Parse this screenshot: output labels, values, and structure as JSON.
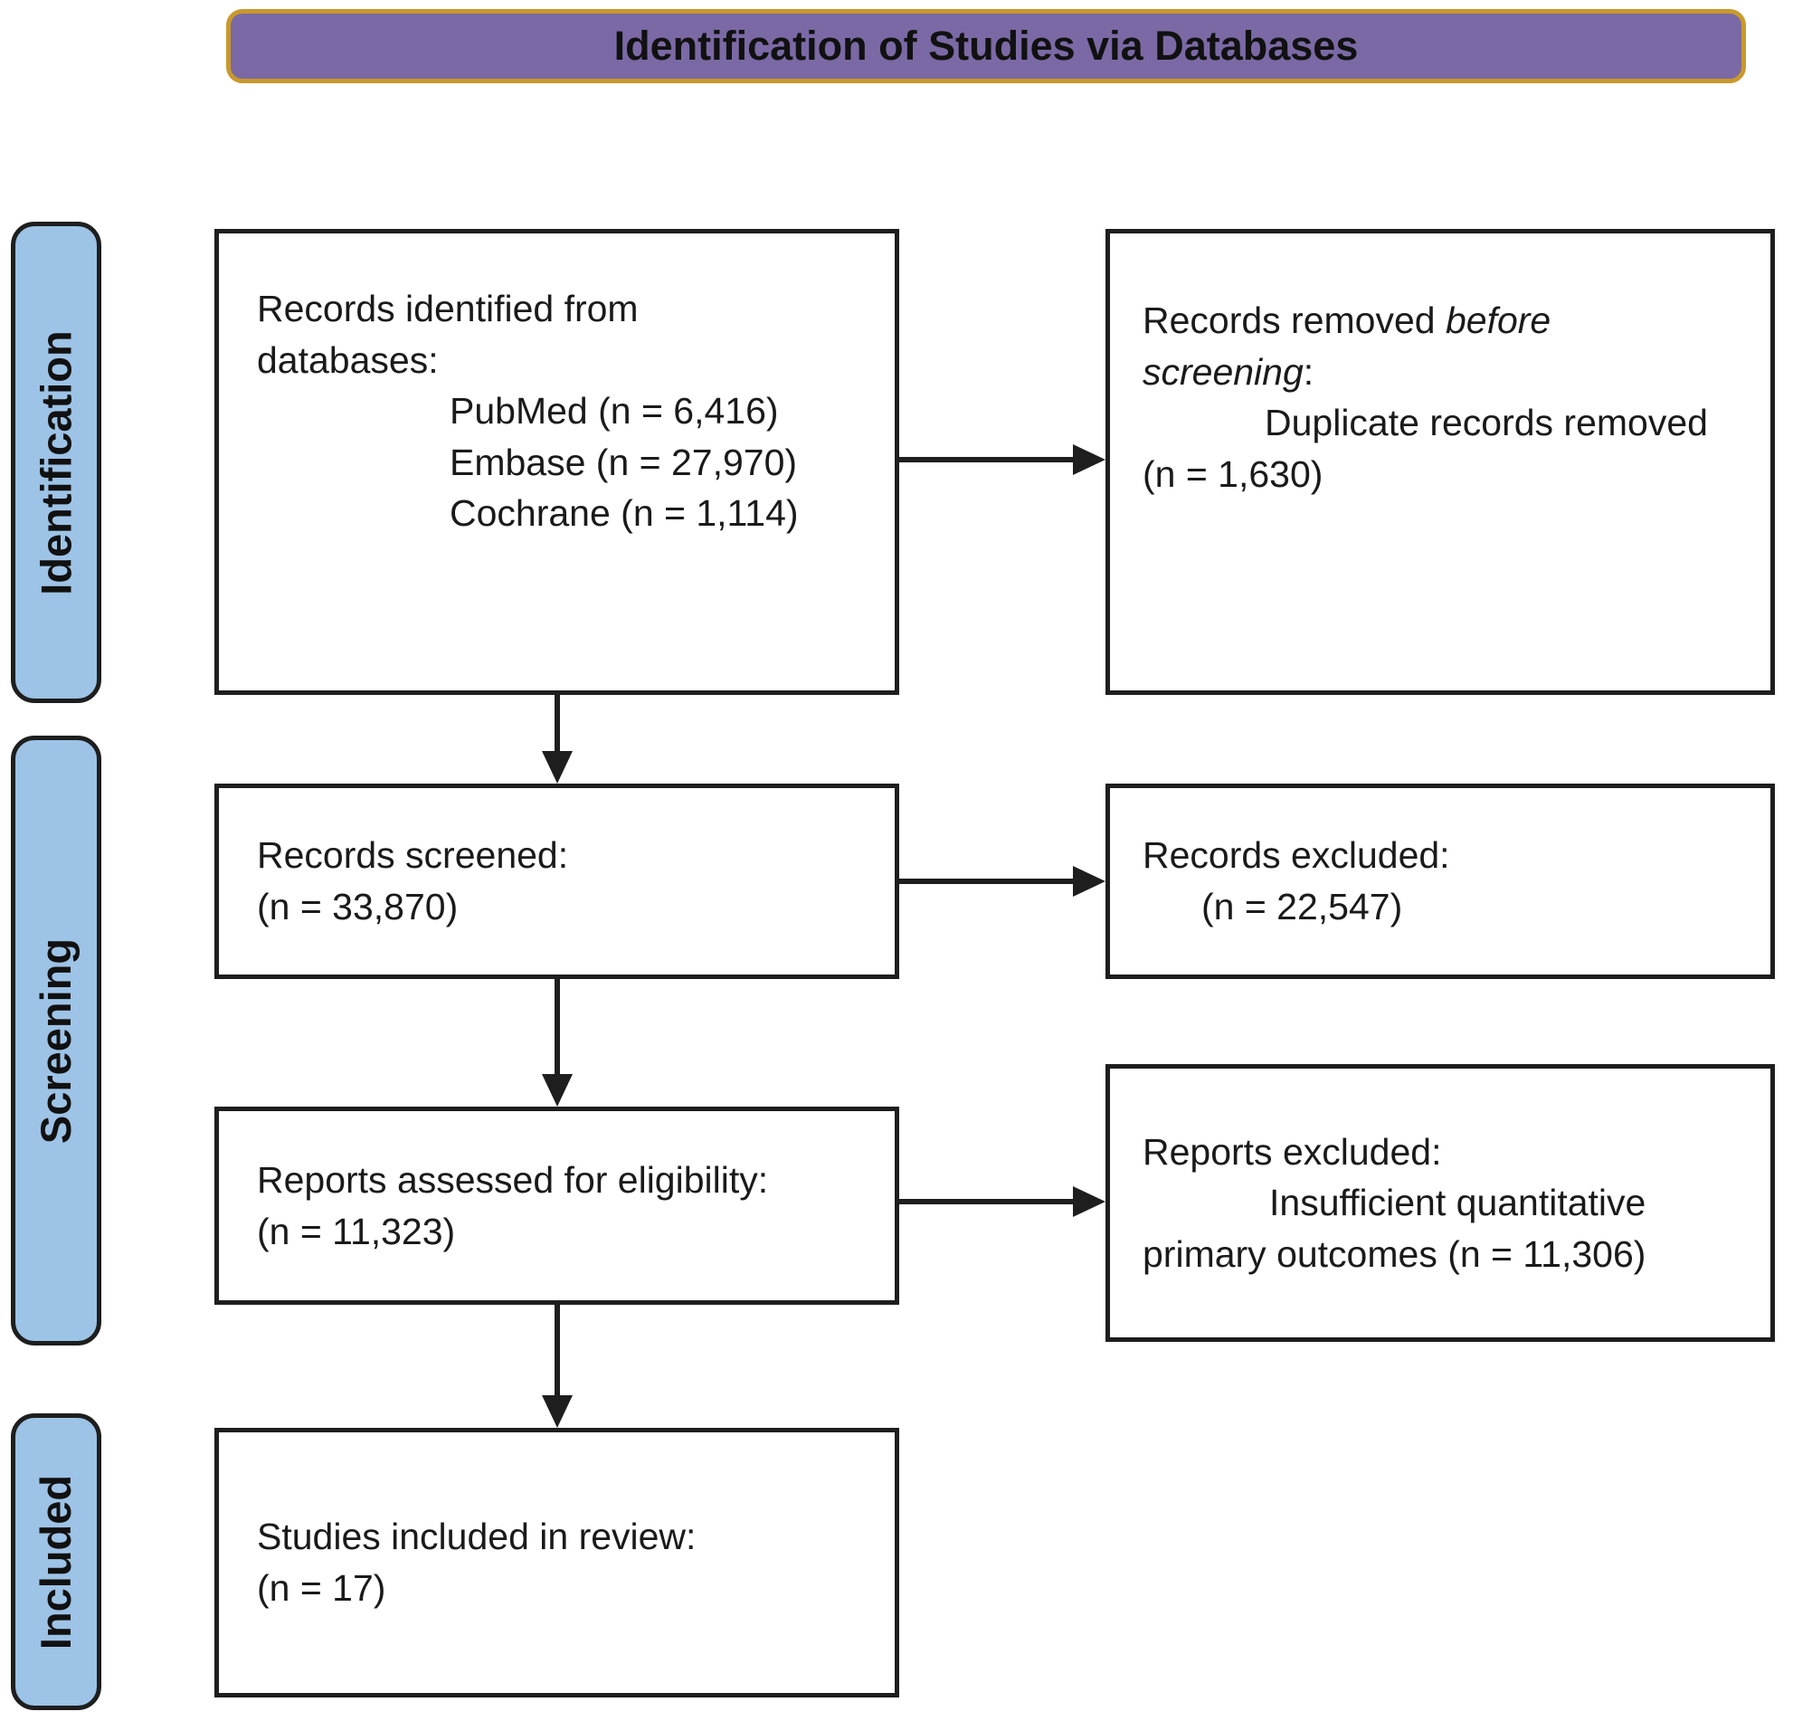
{
  "title": "Identification of Studies via Databases",
  "colors": {
    "title_background": "#7B69A5",
    "title_border": "#C9992B",
    "stage_background": "#9DC3E6",
    "line_and_border": "#1E1E1E"
  },
  "stages": [
    {
      "label": "Identification"
    },
    {
      "label": "Screening"
    },
    {
      "label": "Included"
    }
  ],
  "boxes": {
    "identified": {
      "line1": "Records identified from",
      "line2": "databases:",
      "items": [
        "PubMed (n = 6,416)",
        "Embase (n = 27,970)",
        "Cochrane (n = 1,114)"
      ]
    },
    "removed": {
      "part1": "Records removed ",
      "part2": "before",
      "part3": "screening",
      "part4": ":",
      "detail": "Duplicate records removed",
      "count": "(n = 1,630)"
    },
    "screened": {
      "line1": "Records screened:",
      "line2": "(n = 33,870)"
    },
    "records_excluded": {
      "line1": "Records excluded:",
      "line2": "(n = 22,547)"
    },
    "assessed": {
      "line1": "Reports assessed for eligibility:",
      "line2": "(n = 11,323)"
    },
    "reports_excluded": {
      "line1": "Reports excluded:",
      "line2": "Insufficient quantitative",
      "line3": "primary outcomes (n = 11,306)"
    },
    "included": {
      "line1": "Studies included in review:",
      "line2": "(n = 17)"
    }
  }
}
